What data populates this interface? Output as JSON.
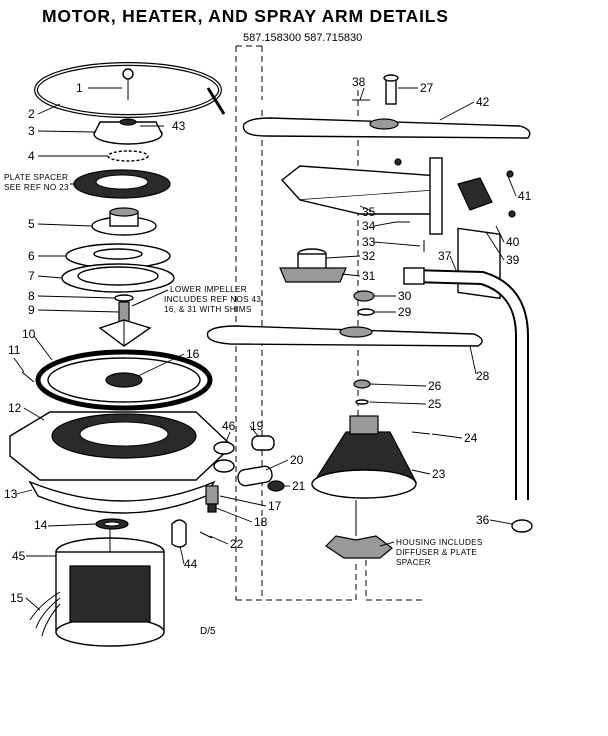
{
  "title": "MOTOR, HEATER, AND SPRAY ARM DETAILS",
  "models": "587.158300  587.715830",
  "notes": {
    "plate_spacer": [
      "PLATE SPACER",
      "SEE REF NO 23"
    ],
    "lower_impeller": [
      "LOWER IMPELLER",
      "INCLUDES REF NOS 43,",
      "16, & 31 WITH SHIMS"
    ],
    "housing": [
      "HOUSING INCLUDES",
      "DIFFUSER & PLATE",
      "SPACER"
    ]
  },
  "page_code": "D/5",
  "callouts": {
    "c1": "1",
    "c2": "2",
    "c3": "3",
    "c4": "4",
    "c5": "5",
    "c6": "6",
    "c7": "7",
    "c8": "8",
    "c9": "9",
    "c10": "10",
    "c11": "11",
    "c12": "12",
    "c13": "13",
    "c14": "14",
    "c15": "15",
    "c16": "16",
    "c17": "17",
    "c18": "18",
    "c19": "19",
    "c20": "20",
    "c21": "21",
    "c22": "22",
    "c23": "23",
    "c24": "24",
    "c25": "25",
    "c26": "26",
    "c27": "27",
    "c28": "28",
    "c29": "29",
    "c30": "30",
    "c31": "31",
    "c32": "32",
    "c33": "33",
    "c34": "34",
    "c35": "35",
    "c36": "36",
    "c37": "37",
    "c38": "38",
    "c39": "39",
    "c40": "40",
    "c41": "41",
    "c42": "42",
    "c43": "43",
    "c44": "44",
    "c45": "45",
    "c46": "46"
  }
}
